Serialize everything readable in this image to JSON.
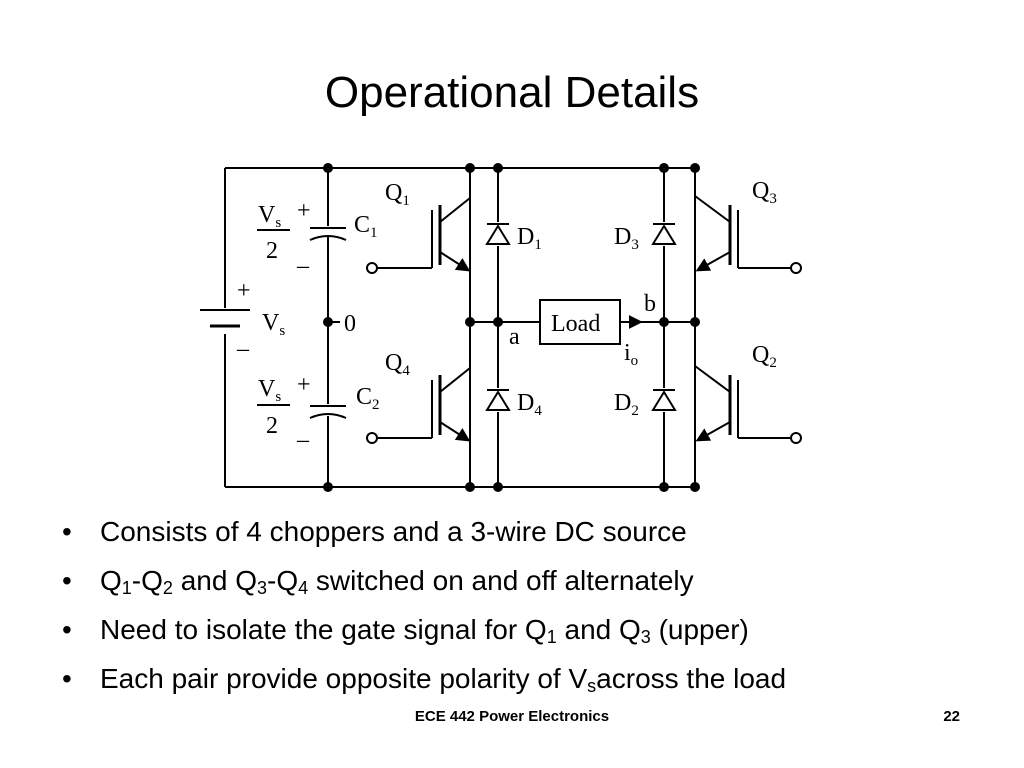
{
  "slide": {
    "title": "Operational Details",
    "footer_course": "ECE 442 Power Electronics",
    "page_number": "22"
  },
  "circuit": {
    "labels": {
      "q1": "Q",
      "q1_sub": "1",
      "q2": "Q",
      "q2_sub": "2",
      "q3": "Q",
      "q3_sub": "3",
      "q4": "Q",
      "q4_sub": "4",
      "d1": "D",
      "d1_sub": "1",
      "d2": "D",
      "d2_sub": "2",
      "d3": "D",
      "d3_sub": "3",
      "d4": "D",
      "d4_sub": "4",
      "c1": "C",
      "c1_sub": "1",
      "c2": "C",
      "c2_sub": "2",
      "vs_top": "V",
      "vs_top_sub": "s",
      "half_top": "2",
      "vs_bottom": "V",
      "vs_bottom_sub": "s",
      "half_bottom": "2",
      "vs_source": "V",
      "vs_source_sub": "s",
      "plus": "+",
      "minus": "–",
      "zero": "0",
      "node_a": "a",
      "node_b": "b",
      "load": "Load",
      "current": "i",
      "current_sub": "o"
    }
  },
  "bullets": [
    {
      "marker": "•",
      "parts": [
        "Consists of 4 choppers and a 3-wire DC source"
      ]
    },
    {
      "marker": "•",
      "parts": [
        "Q",
        "1",
        "-Q",
        "2",
        " and Q",
        "3",
        "-Q",
        "4",
        " switched on and off alternately"
      ]
    },
    {
      "marker": "•",
      "parts": [
        "Need to isolate the gate signal for Q",
        "1",
        " and Q",
        "3",
        " (upper)"
      ]
    },
    {
      "marker": "•",
      "parts": [
        "Each pair provide opposite polarity of V",
        "s",
        "across the load"
      ]
    }
  ]
}
